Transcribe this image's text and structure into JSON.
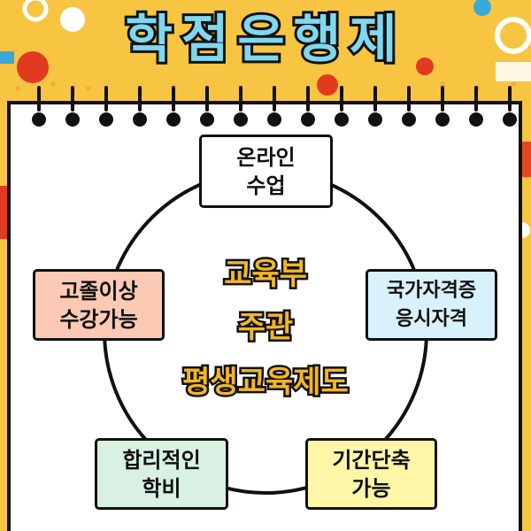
{
  "title": "학점은행제",
  "center": {
    "line1": "교육부",
    "line2": "주관",
    "line3": "평생교육제도"
  },
  "nodes": {
    "top": [
      "온라인",
      "수업"
    ],
    "left": [
      "고졸이상",
      "수강가능"
    ],
    "right": [
      "국가자격증",
      "응시자격"
    ],
    "bottom_left": [
      "합리적인",
      "학비"
    ],
    "bottom_right": [
      "기간단축",
      "가능"
    ]
  },
  "colors": {
    "background": "#f7c542",
    "title_fill": "#7fd8f0",
    "center_fill": "#f5b623",
    "left_box": "#fbc9b4",
    "right_box": "#d9f1fb",
    "bottom_left_box": "#d8f1e2",
    "bottom_right_box": "#fdf6a6"
  }
}
